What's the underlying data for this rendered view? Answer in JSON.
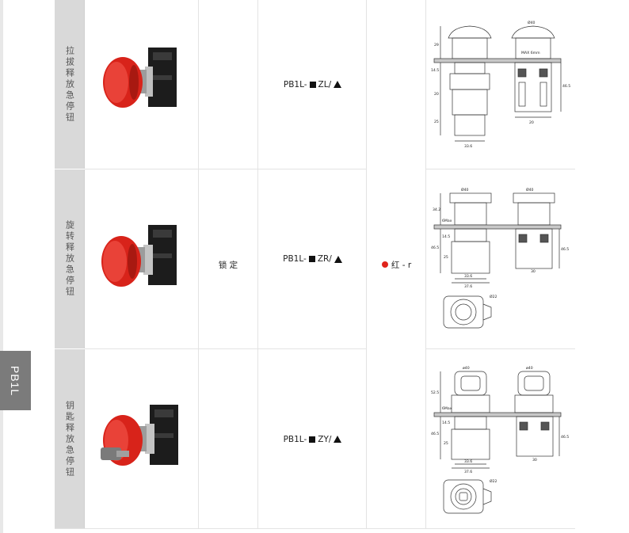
{
  "series_tab": "PB1L",
  "rows": [
    {
      "name": "拉拔释放急停钮",
      "code_prefix": "PB1L-",
      "code_suffix": "ZL/",
      "dims": {
        "d40": "Ø40",
        "max": "MAX 6mm",
        "d29": "29",
        "d145": "14.5",
        "d20": "20",
        "d25": "25",
        "d336": "33.6",
        "d465": "46.5",
        "d30": "20"
      }
    },
    {
      "name": "旋转释放急停钮",
      "code_prefix": "PB1L-",
      "code_suffix": "ZR/",
      "dims": {
        "d40a": "Ø40",
        "d40b": "Ø40",
        "d342": "34.2",
        "max": "6Max",
        "d145": "14.5",
        "d465": "46.5",
        "d25": "25",
        "d336": "33.6",
        "d376": "37.6",
        "d30": "30",
        "d465b": "46.5",
        "d22": "Ø22"
      }
    },
    {
      "name": "钥匙释放急停钮",
      "code_prefix": "PB1L-",
      "code_suffix": "ZY/",
      "dims": {
        "d40a": "ø40",
        "d40b": "ø40",
        "d525": "52.5",
        "max": "6Max",
        "d145": "14.5",
        "d465": "46.5",
        "d25": "25",
        "d336": "33.6",
        "d376": "37.6",
        "d30": "30",
        "d465b": "46.5",
        "d22": "Ø22"
      }
    }
  ],
  "function_label": "锁  定",
  "color_label": "红 - r",
  "colors": {
    "red": "#e0241b",
    "tab": "#7b7b7b",
    "name_bg": "#d9d9d9"
  }
}
